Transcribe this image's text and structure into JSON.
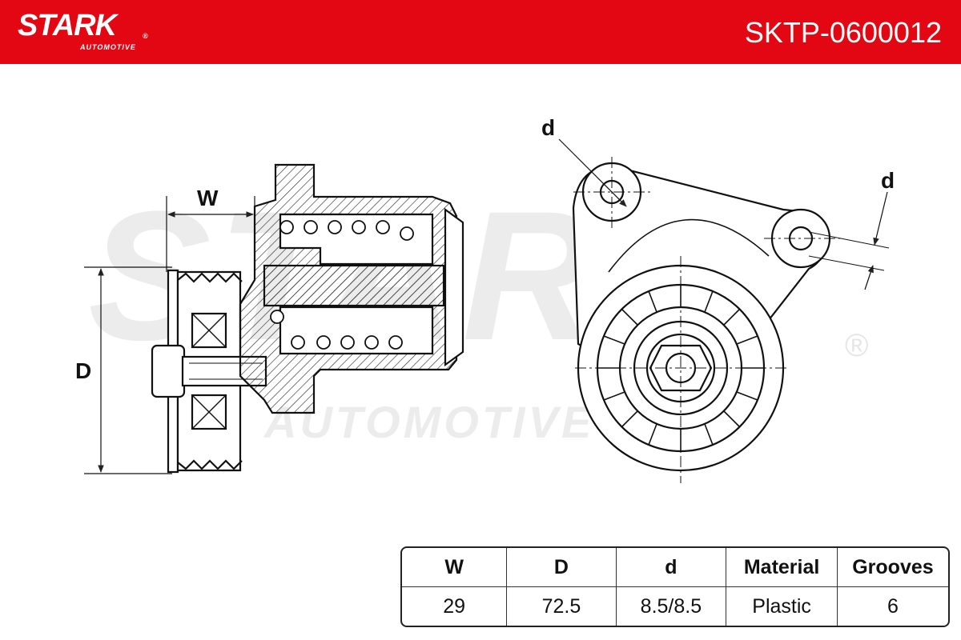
{
  "header": {
    "brand": "STARK",
    "brand_sub": "AUTOMOTIVE",
    "brand_reg": "®",
    "part_number": "SKTP-0600012",
    "color": "#e30613"
  },
  "watermark": {
    "main": "STARK",
    "sub": "AUTOMOTIVE",
    "reg": "®"
  },
  "diagram": {
    "labels": {
      "w": "W",
      "d_upper": "D",
      "d_lower_left": "d",
      "d_lower_right": "d"
    }
  },
  "specs": {
    "headers": [
      "W",
      "D",
      "d",
      "Material",
      "Grooves"
    ],
    "values": [
      "29",
      "72.5",
      "8.5/8.5",
      "Plastic",
      "6"
    ]
  }
}
